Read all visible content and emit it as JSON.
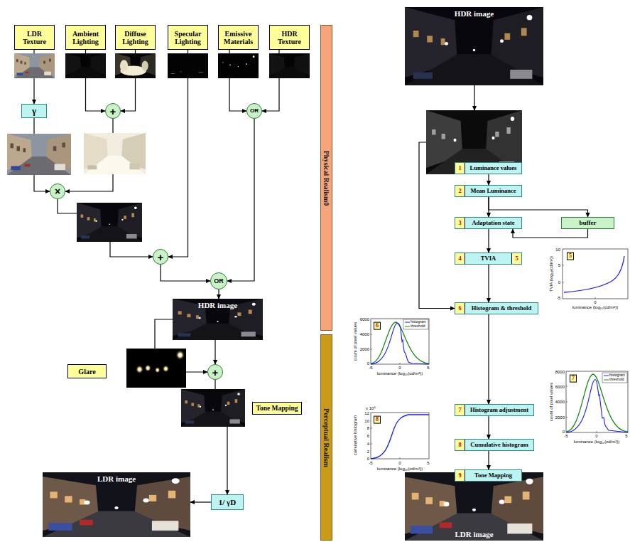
{
  "diagram": {
    "nodes": [
      {
        "text": [
          "LDR Texture"
        ]
      },
      {
        "text": [
          "Ambient Lighting"
        ]
      },
      {
        "text": [
          "Diffuse Lighting"
        ]
      },
      {
        "text": [
          "Specular Lighting"
        ]
      },
      {
        "text": [
          "Emissive Materials"
        ]
      },
      {
        "text": [
          "HDR Texture"
        ]
      },
      {
        "text": [
          "γ"
        ]
      },
      {
        "text": [
          "+"
        ]
      },
      {
        "text": [
          "OR"
        ]
      },
      {
        "text": [
          "×"
        ]
      },
      {
        "text": [
          "+"
        ]
      },
      {
        "text": [
          "OR"
        ]
      },
      {
        "text": [
          "HDR image"
        ]
      },
      {
        "text": [
          "Glare"
        ]
      },
      {
        "text": [
          "+"
        ]
      },
      {
        "text": [
          "Tone Mapping"
        ]
      },
      {
        "text": [
          "LDR image"
        ]
      },
      {
        "text": [
          "1/ γD"
        ]
      },
      {
        "text": [
          "Physical Realism0"
        ]
      },
      {
        "text": [
          "Perceptual Realism"
        ]
      },
      {
        "text": [
          "HDR image"
        ]
      },
      {
        "text": [
          "1",
          "Luminance values"
        ]
      },
      {
        "text": [
          "2",
          "Mean Luminance"
        ]
      },
      {
        "text": [
          "3",
          "Adaptation state"
        ]
      },
      {
        "text": [
          "buffer"
        ]
      },
      {
        "text": [
          "4",
          "TVIA",
          "5"
        ]
      },
      {
        "text": [
          "6",
          "Histogram & threshold"
        ]
      },
      {
        "text": [
          "7",
          "Histogram adjustment"
        ]
      },
      {
        "text": [
          "8",
          "Cumulative histogram"
        ]
      },
      {
        "text": [
          "LDR image"
        ]
      },
      {
        "text": [
          "9",
          "Tone Mapping"
        ],
        "in": 29
      }
    ],
    "edges": [
      {
        "from": 0,
        "to": 6,
        "arrow": "to"
      },
      {
        "from": 1,
        "to": 7,
        "arrow": "to"
      },
      {
        "from": 2,
        "to": 7,
        "arrow": "to"
      },
      {
        "from": 4,
        "to": 8,
        "arrow": "to"
      },
      {
        "from": 5,
        "to": 8,
        "arrow": "to"
      },
      {
        "from": 6,
        "to": 9,
        "arrow": "to"
      },
      {
        "from": 7,
        "to": 9,
        "arrow": "to"
      },
      {
        "from": 9,
        "to": 10,
        "arrow": "to"
      },
      {
        "from": 3,
        "to": 10,
        "arrow": "to"
      },
      {
        "from": 10,
        "to": 11,
        "arrow": "to"
      },
      {
        "from": 8,
        "to": 11,
        "arrow": "to"
      },
      {
        "from": 11,
        "to": 12,
        "arrow": "to"
      },
      {
        "from": 12,
        "to": 14,
        "arrow": "to"
      },
      {
        "from": 12,
        "to": 14,
        "arrow": "to"
      },
      {
        "from": 14,
        "to": 17,
        "arrow": "to"
      },
      {
        "from": 17,
        "to": 16,
        "arrow": "to"
      },
      {
        "from": 20,
        "to": 21,
        "arrow": "to"
      },
      {
        "from": 21,
        "to": 22,
        "arrow": "to"
      },
      {
        "from": 21,
        "to": 26,
        "arrow": "to"
      },
      {
        "from": 22,
        "to": 23,
        "arrow": "to"
      },
      {
        "from": 22,
        "to": 24,
        "arrow": "to"
      },
      {
        "from": 24,
        "to": 23,
        "arrow": "to"
      },
      {
        "from": 23,
        "to": 25,
        "arrow": "to"
      },
      {
        "from": 25,
        "to": 26,
        "arrow": "to"
      },
      {
        "from": 26,
        "to": 27,
        "arrow": "to"
      },
      {
        "from": 27,
        "to": 28,
        "arrow": "to"
      },
      {
        "from": 28,
        "to": 30,
        "arrow": "to"
      }
    ],
    "labels": [
      "5",
      "10",
      "5",
      "0",
      "-5",
      "0",
      "TVIA (log₁₀(cd/m²))",
      "luminance (log₁₀(cd/m²))",
      "6",
      "6000",
      "4000",
      "2000",
      "0",
      "-5",
      "0",
      "5",
      "count of pixel values",
      "luminance (log₁₀(cd/m²))",
      "7",
      "8000",
      "6000",
      "4000",
      "2000",
      "0",
      "-5",
      "0",
      "5",
      "count of pixel values",
      "luminance (log₁₀(cd/m²))",
      "8",
      "x 10⁵",
      "12",
      "10",
      "8",
      "6",
      "4",
      "2",
      "0",
      "-5",
      "0",
      "5",
      "cumulative histogram",
      "luminance (log₁₀(cd/m²))"
    ],
    "legend": [
      {
        "text": "histogram"
      },
      {
        "text": "threshold"
      },
      {
        "text": "histogram"
      },
      {
        "text": "threshold"
      }
    ]
  }
}
